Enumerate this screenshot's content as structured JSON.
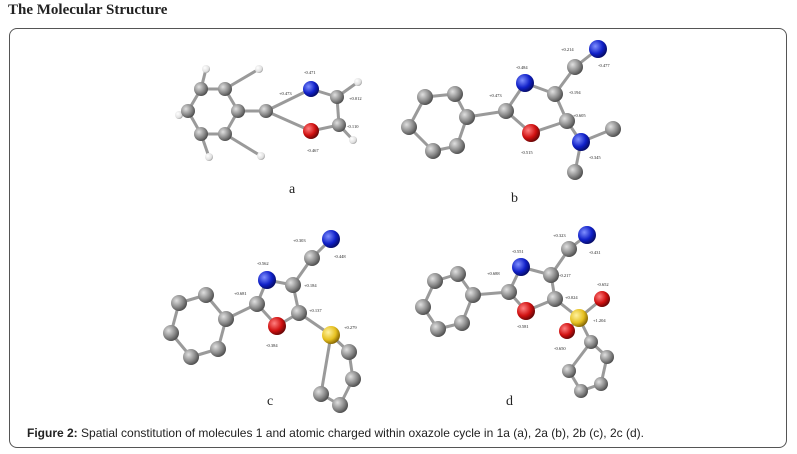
{
  "section_title": "The Molecular Structure",
  "caption": {
    "label": "Figure 2:",
    "text": "Spatial constitution of molecules 1 and atomic charged within oxazole cycle in 1a (a), 2a (b), 2b (c), 2c (d)."
  },
  "panels": {
    "a": {
      "letter": "a",
      "charges": [
        "-0.471",
        "+0.473",
        "+0.012",
        "-0.110",
        "-0.467"
      ]
    },
    "b": {
      "letter": "b",
      "charges": [
        "+0.214",
        "-0.477",
        "-0.484",
        "+0.473",
        "-0.194",
        "+0.605",
        "-0.515",
        "-0.345"
      ]
    },
    "c": {
      "letter": "c",
      "charges": [
        "+0.303",
        "-0.448",
        "-0.562",
        "+0.681",
        "+0.184",
        "+0.137",
        "+0.279",
        "-0.384"
      ]
    },
    "d": {
      "letter": "d",
      "charges": [
        "+0.323",
        "-0.431",
        "-0.551",
        "+0.688",
        "-0.217",
        "+0.024",
        "-0.652",
        "+1.204",
        "-0.581",
        "-0.650"
      ]
    }
  },
  "colors": {
    "carbon": "#8a8a8a",
    "nitrogen": "#1020c8",
    "oxygen": "#d01010",
    "hydrogen": "#e8e8e8",
    "sulfur": "#e6c020",
    "frame": "#555555"
  }
}
